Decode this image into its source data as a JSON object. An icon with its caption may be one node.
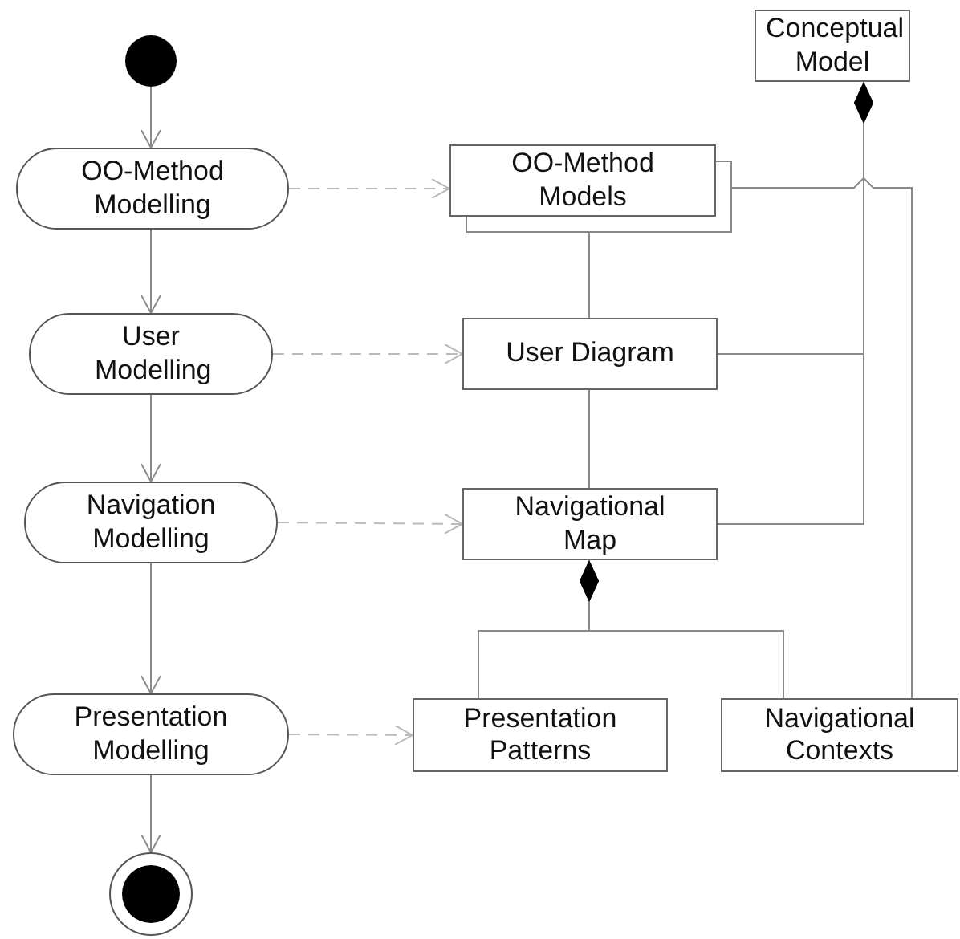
{
  "diagram": {
    "nodes": [
      {
        "text": [],
        "shape": "circle"
      },
      {
        "text": [
          "OO-Method Modelling"
        ]
      },
      {
        "text": [
          "User Modelling"
        ]
      },
      {
        "text": [
          "Navigation Modelling"
        ]
      },
      {
        "text": [
          "Presentation Modelling"
        ]
      },
      {
        "text": [],
        "shape": "bullseye"
      },
      {
        "text": [
          "Conceptual Model"
        ]
      },
      {
        "text": [
          "OO-Method Models"
        ]
      },
      {
        "text": [
          "User Diagram"
        ]
      },
      {
        "text": [
          "Navigational Map"
        ]
      },
      {
        "text": [
          "Presentation Patterns"
        ]
      },
      {
        "text": [
          "Navigational Contexts"
        ]
      }
    ],
    "edges": [
      {
        "from": 0,
        "to": 1,
        "arrow": "to"
      },
      {
        "from": 1,
        "to": 2,
        "arrow": "to"
      },
      {
        "from": 2,
        "to": 3,
        "arrow": "to"
      },
      {
        "from": 3,
        "to": 4,
        "arrow": "to"
      },
      {
        "from": 4,
        "to": 5,
        "arrow": "to"
      },
      {
        "from": 1,
        "to": 7,
        "arrow": "to",
        "style": "dashed",
        "color": "#bbbbbb"
      },
      {
        "from": 2,
        "to": 8,
        "arrow": "to",
        "style": "dashed",
        "color": "#bbbbbb"
      },
      {
        "from": 3,
        "to": 9,
        "arrow": "to",
        "style": "dashed",
        "color": "#bbbbbb"
      },
      {
        "from": 4,
        "to": 10,
        "arrow": "to",
        "style": "dashed",
        "color": "#bbbbbb"
      },
      {
        "from": 7,
        "to": 8,
        "arrow": "none"
      },
      {
        "from": 8,
        "to": 9,
        "arrow": "none"
      },
      {
        "from": 6,
        "to": 8,
        "arrow": "other"
      },
      {
        "from": 6,
        "to": 9,
        "arrow": "other"
      },
      {
        "from": 9,
        "to": 10,
        "arrow": "other"
      },
      {
        "from": 9,
        "to": 11,
        "arrow": "other"
      },
      {
        "from": 7,
        "to": 11,
        "arrow": "none"
      }
    ]
  }
}
